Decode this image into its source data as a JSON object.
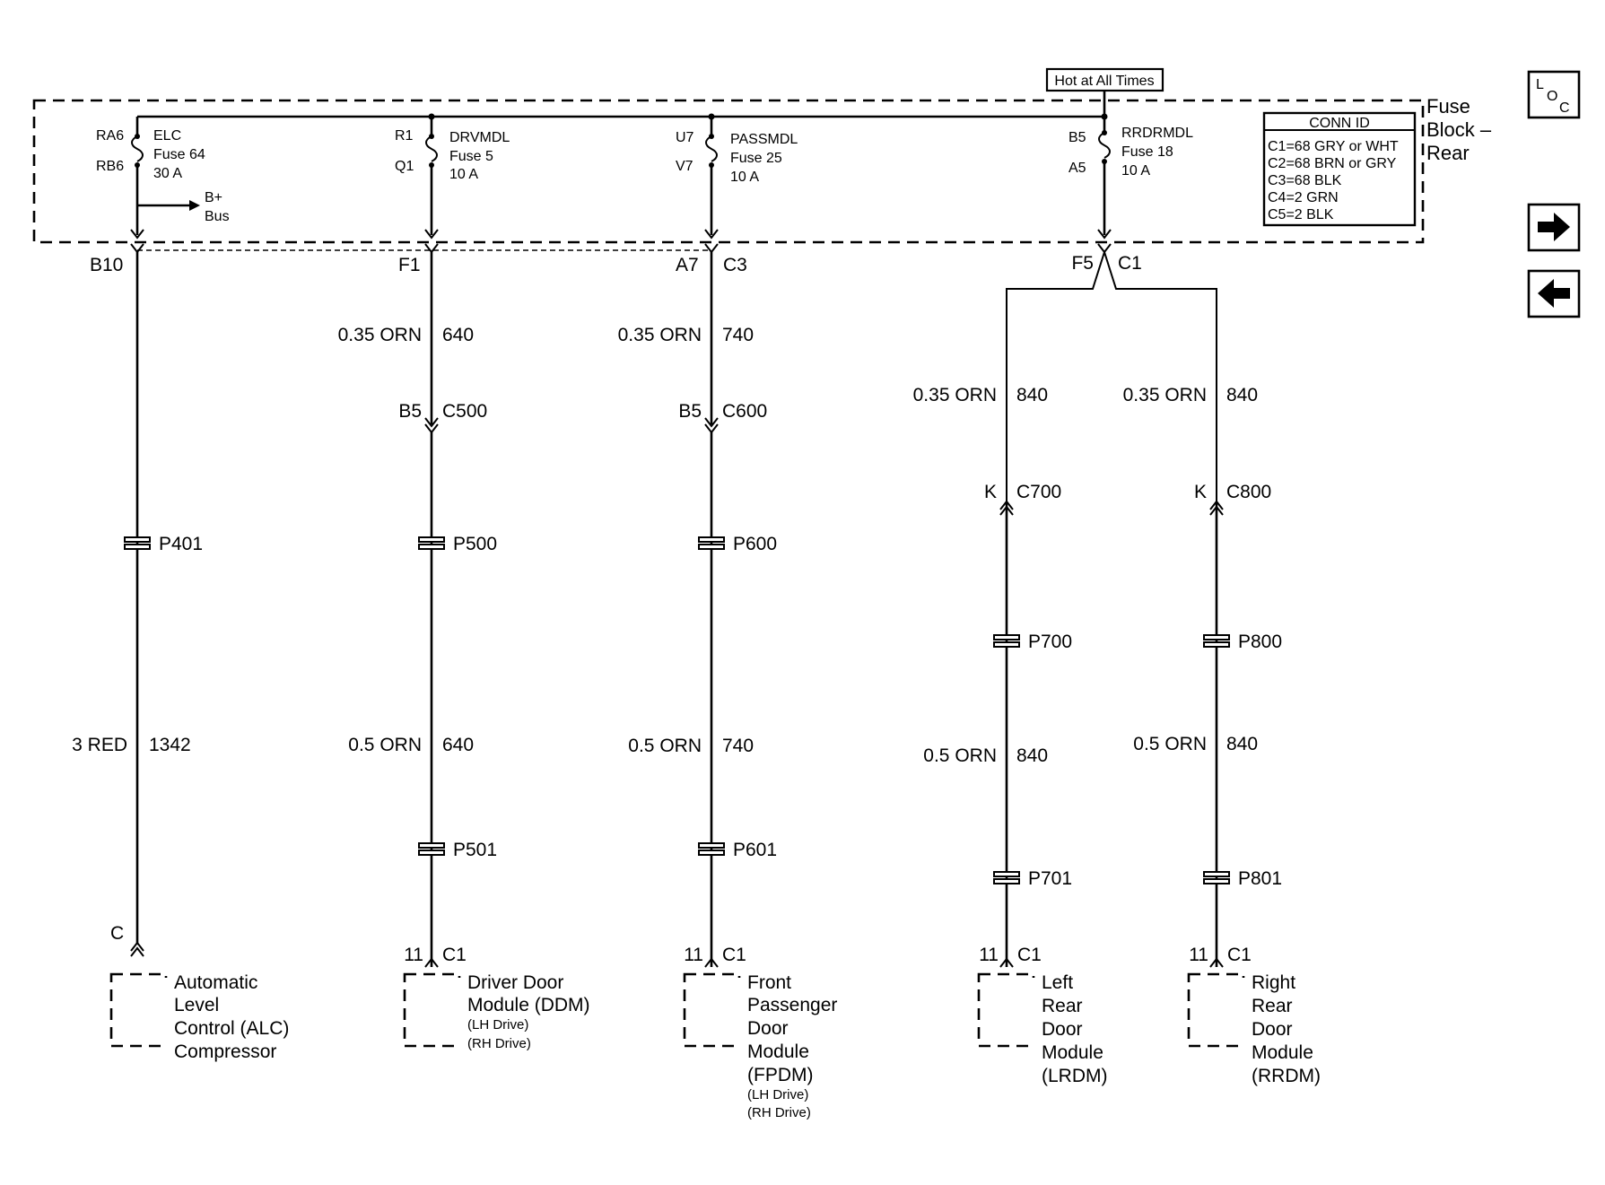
{
  "hot_label": "Hot at All Times",
  "fuse_block_title": [
    "Fuse",
    "Block –",
    "Rear"
  ],
  "conn_id": {
    "title": "CONN ID",
    "rows": [
      "C1=68 GRY or WHT",
      "C2=68 BRN or GRY",
      "C3=68 BLK",
      "C4=2 GRN",
      "C5=2 BLK"
    ]
  },
  "b_plus": [
    "B+",
    "Bus"
  ],
  "fuses": [
    {
      "pin_top": "RA6",
      "pin_bot": "RB6",
      "name": "ELC",
      "fuse": "Fuse 64",
      "amp": "30 A"
    },
    {
      "pin_top": "R1",
      "pin_bot": "Q1",
      "name": "DRVMDL",
      "fuse": "Fuse 5",
      "amp": "10 A"
    },
    {
      "pin_top": "U7",
      "pin_bot": "V7",
      "name": "PASSMDL",
      "fuse": "Fuse 25",
      "amp": "10 A"
    },
    {
      "pin_top": "B5",
      "pin_bot": "A5",
      "name": "RRDRMDL",
      "fuse": "Fuse 18",
      "amp": "10 A"
    }
  ],
  "block_connectors": [
    {
      "left": "B10",
      "right": ""
    },
    {
      "left": "F1",
      "right": ""
    },
    {
      "left": "A7",
      "right": "C3"
    },
    {
      "left": "F5",
      "right": "C1"
    }
  ],
  "upper_wires": [
    {
      "gauge": "0.35 ORN",
      "circuit": "640"
    },
    {
      "gauge": "0.35 ORN",
      "circuit": "740"
    },
    {
      "gauge": "0.35 ORN",
      "circuit": "840"
    },
    {
      "gauge": "0.35 ORN",
      "circuit": "840"
    }
  ],
  "inline_connectors": [
    {
      "pin": "B5",
      "name": "C500"
    },
    {
      "pin": "B5",
      "name": "C600"
    },
    {
      "pin": "K",
      "name": "C700"
    },
    {
      "pin": "K",
      "name": "C800"
    }
  ],
  "splices_upper": [
    "P401",
    "P500",
    "P600",
    "P700",
    "P800"
  ],
  "lower_wires": [
    {
      "gauge": "3 RED",
      "circuit": "1342"
    },
    {
      "gauge": "0.5 ORN",
      "circuit": "640"
    },
    {
      "gauge": "0.5 ORN",
      "circuit": "740"
    },
    {
      "gauge": "0.5 ORN",
      "circuit": "840"
    },
    {
      "gauge": "0.5 ORN",
      "circuit": "840"
    }
  ],
  "splices_lower": [
    "P501",
    "P601",
    "P701",
    "P801"
  ],
  "component_connectors": [
    {
      "pin": "C",
      "name": ""
    },
    {
      "pin": "11",
      "name": "C1"
    },
    {
      "pin": "11",
      "name": "C1"
    },
    {
      "pin": "11",
      "name": "C1"
    },
    {
      "pin": "11",
      "name": "C1"
    }
  ],
  "components": [
    {
      "lines": [
        "Automatic",
        "Level",
        "Control (ALC)",
        "Compressor"
      ],
      "notes": []
    },
    {
      "lines": [
        "Driver Door",
        "Module (DDM)"
      ],
      "notes": [
        "(LH Drive)",
        "(RH Drive)"
      ]
    },
    {
      "lines": [
        "Front",
        "Passenger",
        "Door",
        "Module",
        "(FPDM)"
      ],
      "notes": [
        "(LH Drive)",
        "(RH Drive)"
      ]
    },
    {
      "lines": [
        "Left",
        "Rear",
        "Door",
        "Module",
        "(LRDM)"
      ],
      "notes": []
    },
    {
      "lines": [
        "Right",
        "Rear",
        "Door",
        "Module",
        "(RRDM)"
      ],
      "notes": []
    }
  ],
  "nav": {
    "loc_letters": [
      "L",
      "O",
      "C"
    ]
  }
}
